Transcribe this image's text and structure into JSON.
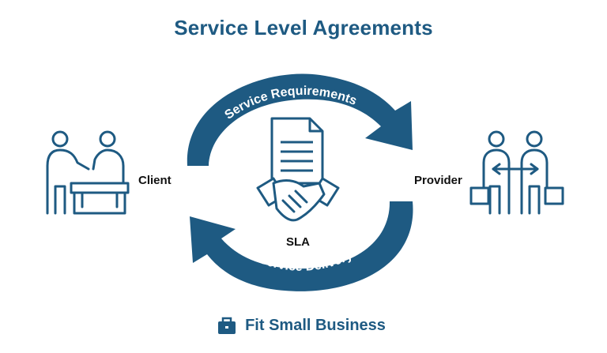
{
  "title": "Service Level Agreements",
  "arrows": {
    "top_label": "Service Requirements",
    "bottom_label": "Service Delivery"
  },
  "client": {
    "label": "Client",
    "icon": "client-reception-icon"
  },
  "provider": {
    "label": "Provider",
    "icon": "provider-exchange-icon"
  },
  "center": {
    "label": "SLA",
    "icons": [
      "document-icon",
      "handshake-icon"
    ]
  },
  "brand": {
    "text": "Fit Small Business",
    "icon": "briefcase-icon"
  },
  "colors": {
    "primary": "#1e5a82",
    "text": "#111111",
    "background": "#ffffff"
  }
}
